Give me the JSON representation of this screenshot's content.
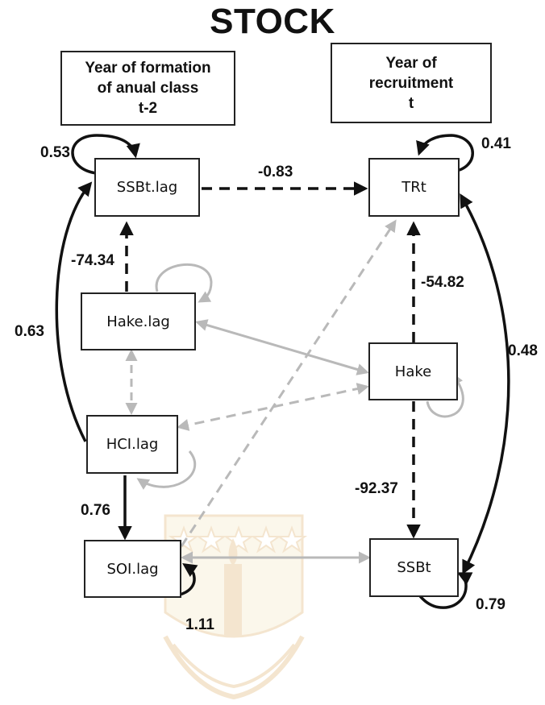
{
  "title": "STOCK",
  "headers": {
    "left": [
      "Year of formation",
      "of anual class",
      "t-2"
    ],
    "right": [
      "Year of",
      "recruitment",
      "t"
    ]
  },
  "nodes": {
    "ssbt_lag": "SSBt.lag",
    "hake_lag": "Hake.lag",
    "hci_lag": "HCI.lag",
    "soi_lag": "SOI.lag",
    "trt": "TRt",
    "hake": "Hake",
    "ssbt": "SSBt"
  },
  "coefficients": {
    "ssbt_lag_self": "0.53",
    "ssbt_lag_to_trt": "-0.83",
    "trt_self": "0.41",
    "hake_lag_to_ssbt_lag": "-74.34",
    "hake_to_trt": "-54.82",
    "hci_lag_to_ssbt_lag": "0.63",
    "trt_ssbt_corr": "0.48",
    "hci_lag_to_soi_lag": "0.76",
    "hake_to_ssbt": "-92.37",
    "soi_lag_self": "1.11",
    "ssbt_self": "0.79"
  },
  "colors": {
    "significant": "#111111",
    "non_significant": "#b9b9b9",
    "watermark": "#d9a557"
  },
  "legend_semantics": {
    "dashed": "negative effect",
    "solid": "positive effect"
  }
}
